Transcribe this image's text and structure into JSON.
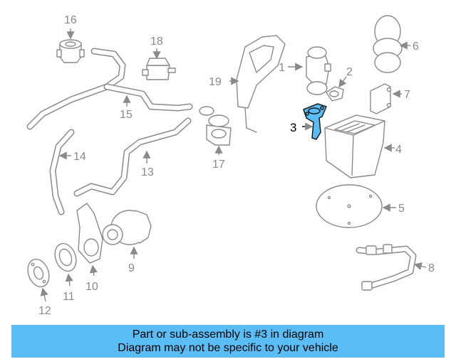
{
  "callouts": {
    "n1": "1",
    "n2": "2",
    "n3": "3",
    "n4": "4",
    "n5": "5",
    "n6": "6",
    "n7": "7",
    "n8": "8",
    "n9": "9",
    "n10": "10",
    "n11": "11",
    "n12": "12",
    "n13": "13",
    "n14": "14",
    "n15": "15",
    "n16": "16",
    "n17": "17",
    "n18": "18",
    "n19": "19"
  },
  "highlight": {
    "part": "3",
    "color": "#5bbdf5"
  },
  "banner": {
    "line1": "Part or sub-assembly is #3 in diagram",
    "line2": "Diagram may not be specific to your vehicle",
    "background": "#5bbdf5"
  }
}
